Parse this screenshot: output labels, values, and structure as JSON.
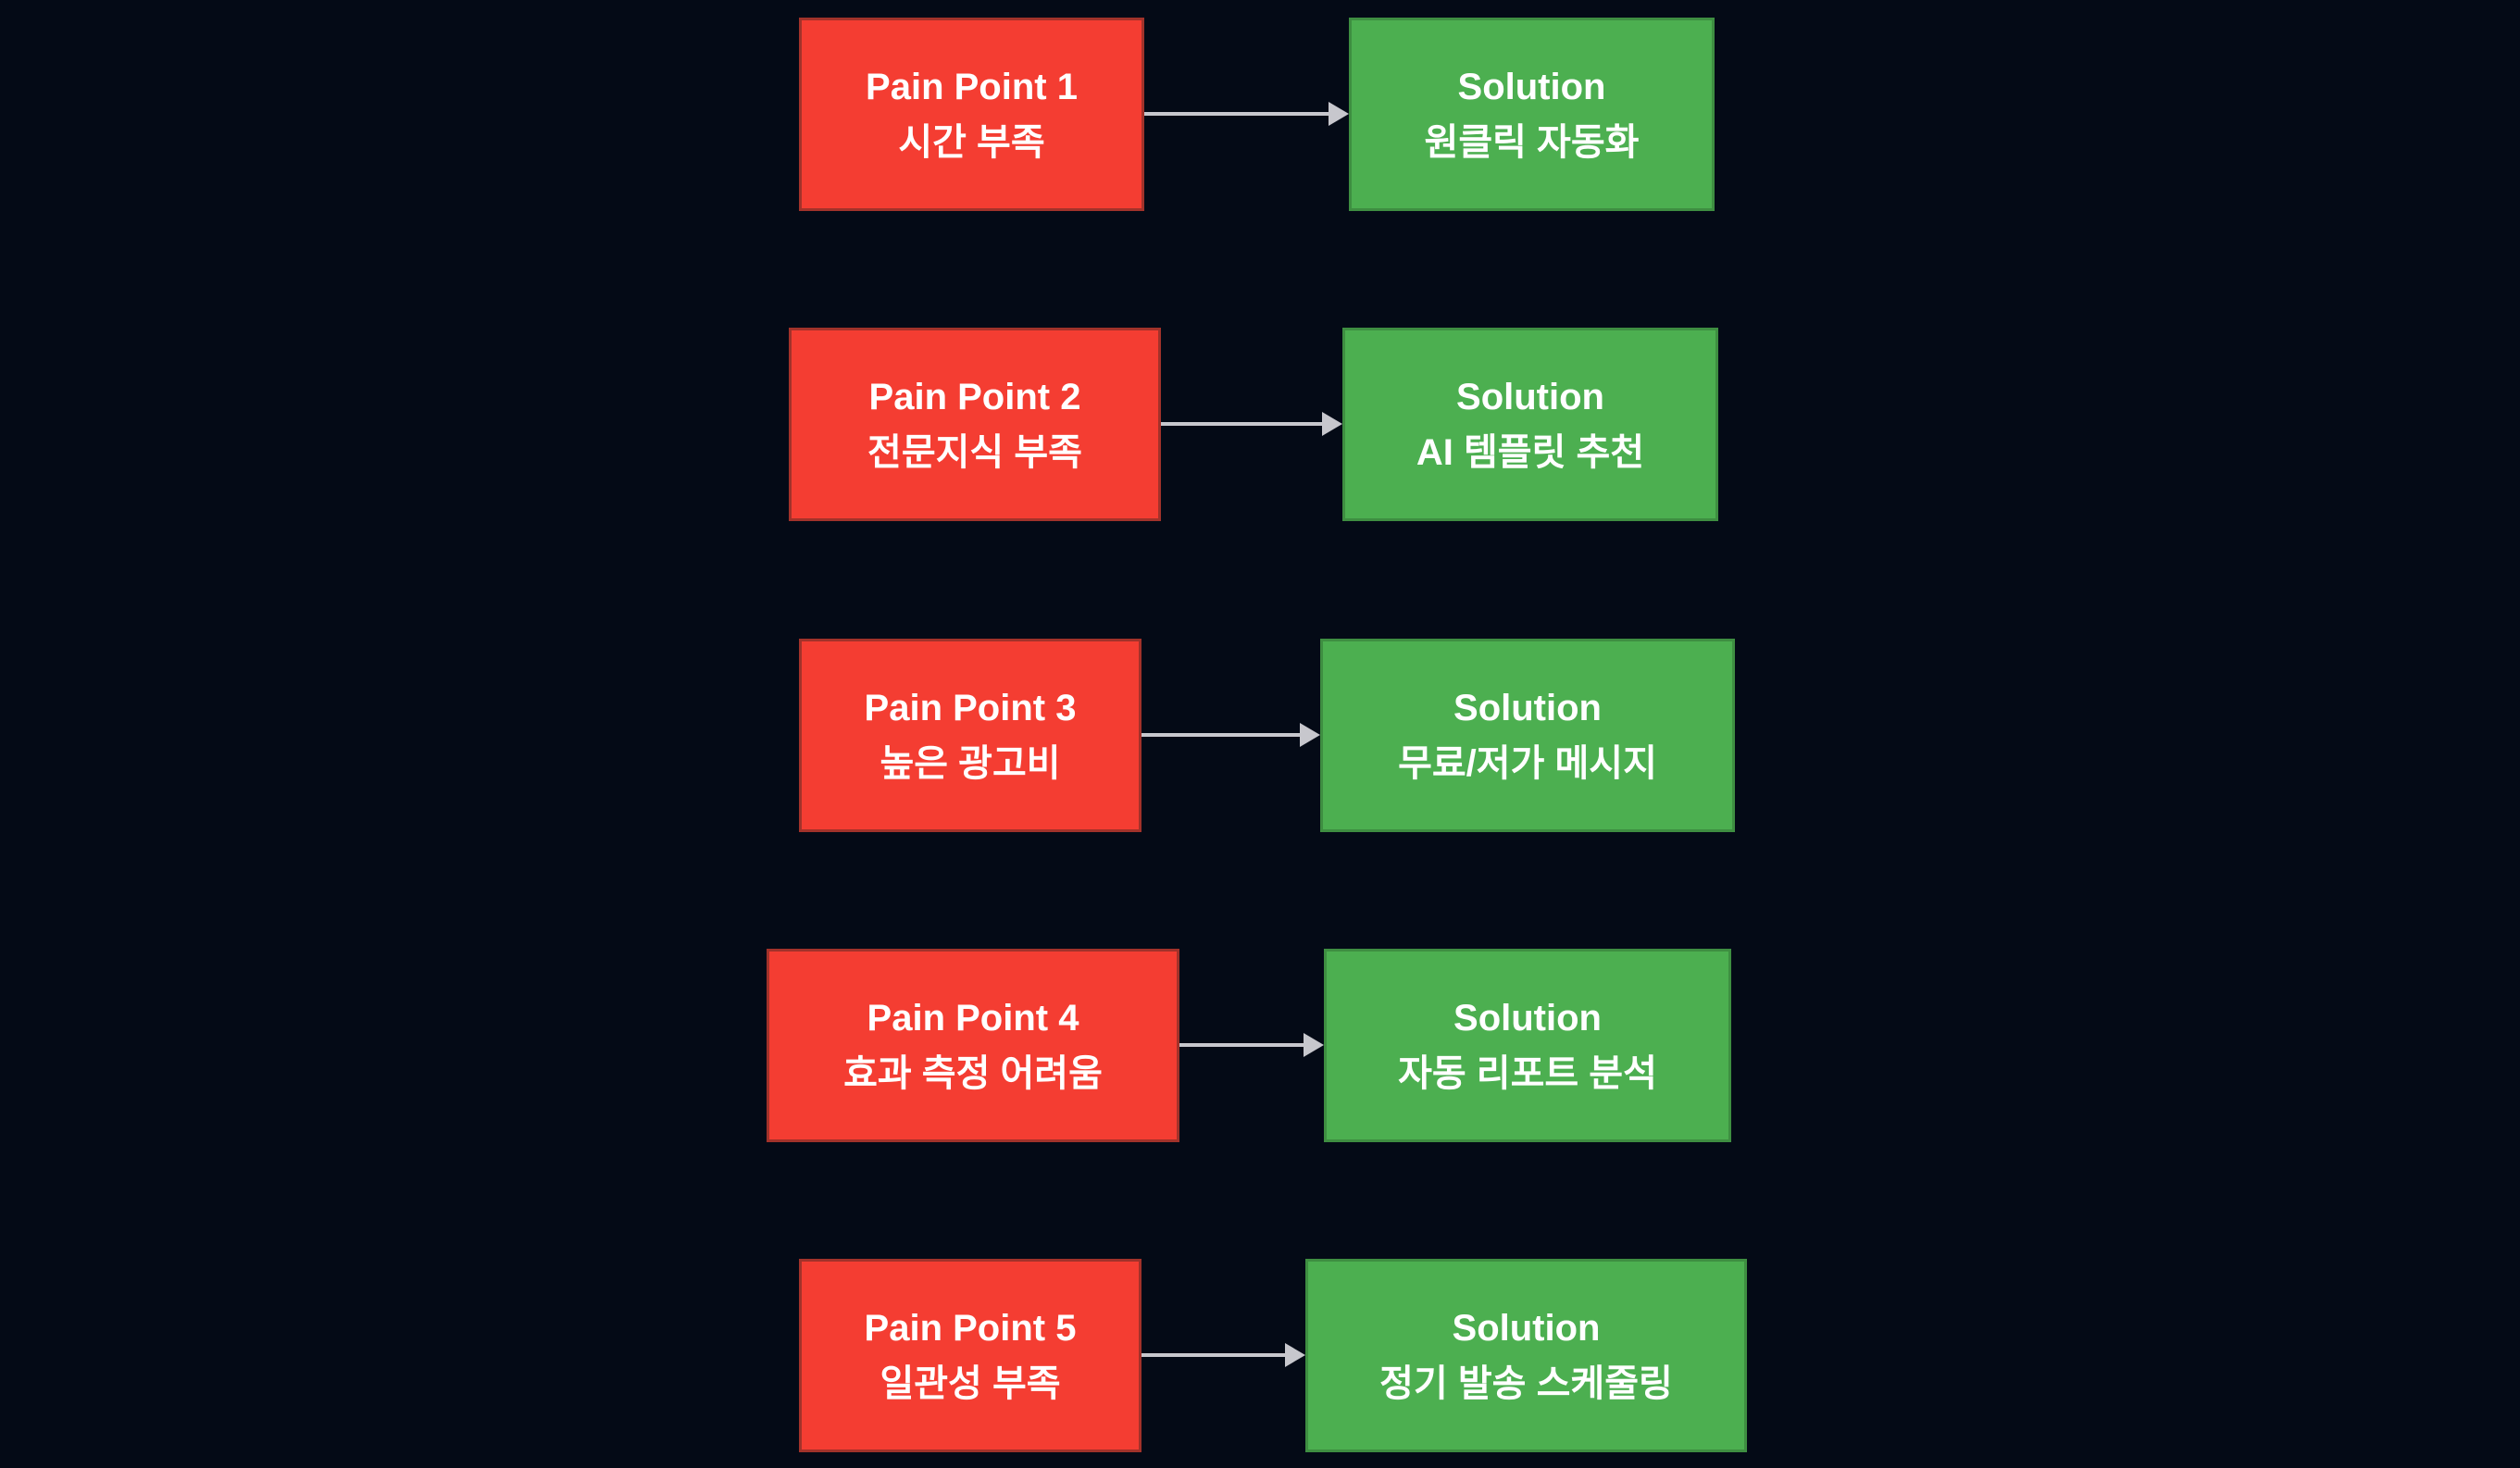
{
  "colors": {
    "background": "#040a16",
    "pain_fill": "#f43d32",
    "pain_border": "#a2322a",
    "solution_fill": "#4caf50",
    "solution_border": "#3e8e41",
    "arrow": "#c7c7cd",
    "text": "#ffffff"
  },
  "rows": [
    {
      "pain": {
        "title": "Pain Point 1",
        "subtitle": "시간 부족"
      },
      "solution": {
        "title": "Solution",
        "subtitle": "원클릭 자동화"
      }
    },
    {
      "pain": {
        "title": "Pain Point 2",
        "subtitle": "전문지식 부족"
      },
      "solution": {
        "title": "Solution",
        "subtitle": "AI 템플릿 추천"
      }
    },
    {
      "pain": {
        "title": "Pain Point 3",
        "subtitle": "높은 광고비"
      },
      "solution": {
        "title": "Solution",
        "subtitle": "무료/저가 메시지"
      }
    },
    {
      "pain": {
        "title": "Pain Point 4",
        "subtitle": "효과 측정 어려움"
      },
      "solution": {
        "title": "Solution",
        "subtitle": "자동 리포트 분석"
      }
    },
    {
      "pain": {
        "title": "Pain Point 5",
        "subtitle": "일관성 부족"
      },
      "solution": {
        "title": "Solution",
        "subtitle": "정기 발송 스케줄링"
      }
    }
  ]
}
